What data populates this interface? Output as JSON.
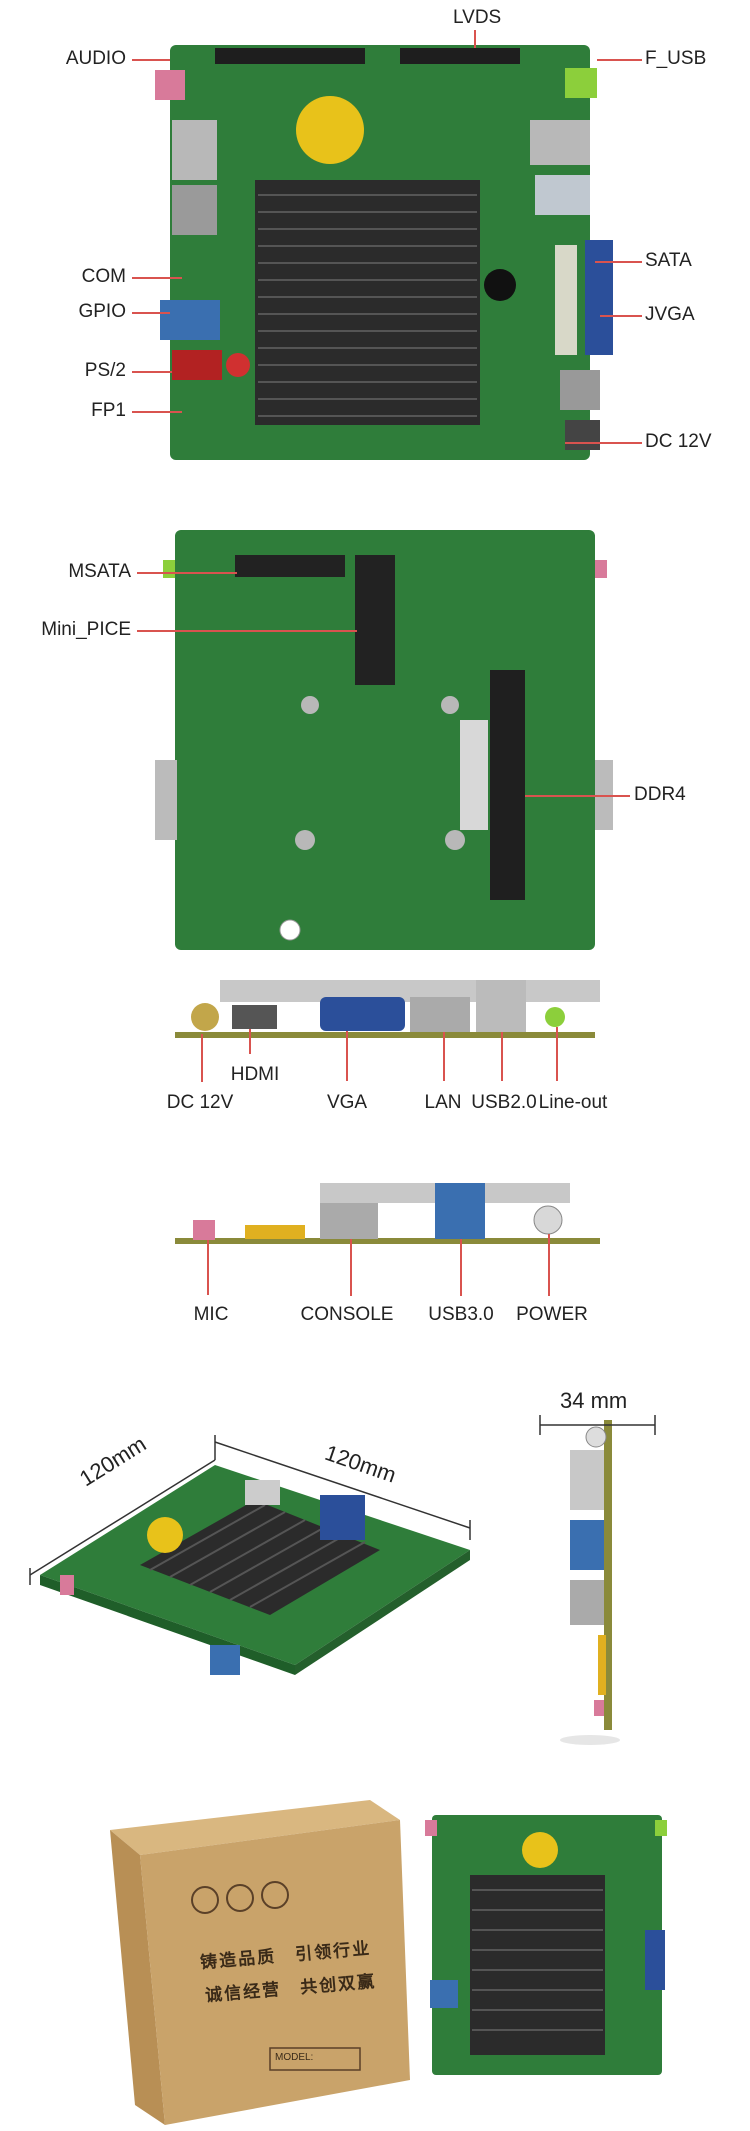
{
  "top_board": {
    "labels_left": [
      "AUDIO",
      "COM",
      "GPIO",
      "PS/2",
      "FP1"
    ],
    "labels_right": [
      "F_USB",
      "SATA",
      "JVGA",
      "DC 12V"
    ],
    "label_top": "LVDS"
  },
  "back_board": {
    "labels_left": [
      "MSATA",
      "Mini_PICE"
    ],
    "labels_right": [
      "DDR4"
    ]
  },
  "io_rear": {
    "labels": [
      "HDMI",
      "DC 12V",
      "VGA",
      "LAN",
      "USB2.0",
      "Line-out"
    ]
  },
  "io_front": {
    "labels": [
      "MIC",
      "CONSOLE",
      "USB3.0",
      "POWER"
    ]
  },
  "dimensions": {
    "width": "120mm",
    "depth": "120mm",
    "height": "34 mm"
  },
  "box": {
    "slogan_line1_a": "铸造品质",
    "slogan_line1_b": "引领行业",
    "slogan_line2_a": "诚信经营",
    "slogan_line2_b": "共创双赢",
    "model_label": "MODEL:"
  },
  "colors": {
    "pcb_green": "#2f7d3a",
    "heatsink": "#2b2b2b",
    "callout": "#d9534f",
    "cardboard": "#c9a36a"
  }
}
